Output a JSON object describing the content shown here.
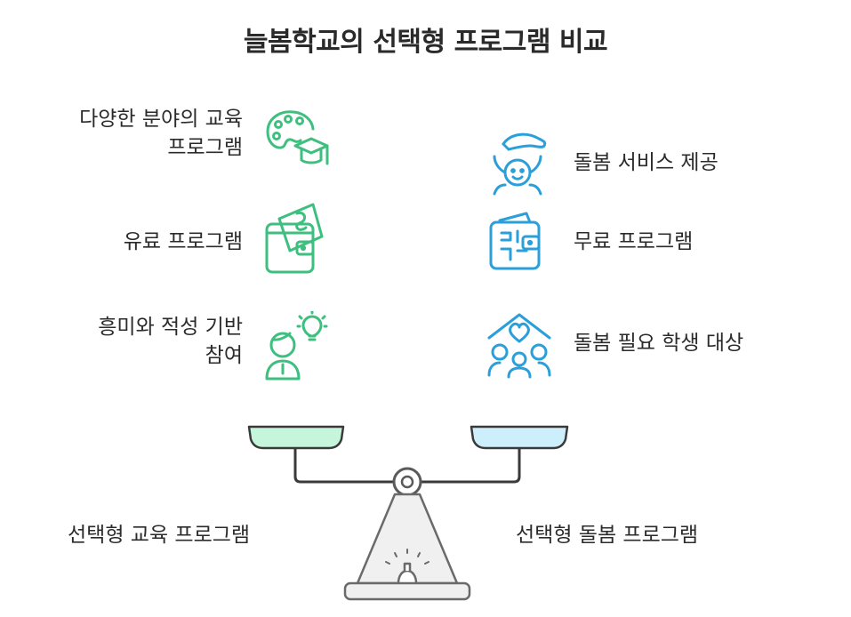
{
  "title": "늘봄학교의 선택형 프로그램 비교",
  "left": {
    "items": [
      {
        "line1": "다양한 분야의 교육",
        "line2": "프로그램",
        "icon": "palette-graduation-cap-icon"
      },
      {
        "line1": "유료 프로그램",
        "icon": "wallet-money-icon"
      },
      {
        "line1": "흥미와 적성 기반",
        "line2": "참여",
        "icon": "person-lightbulb-icon"
      }
    ],
    "bottom_label": "선택형 교육 프로그램",
    "accent": "#3fbf7f",
    "pan_fill": "#c5f5da"
  },
  "right": {
    "items": [
      {
        "line1": "돌봄 서비스 제공",
        "icon": "hand-child-care-icon"
      },
      {
        "line1": "무료 프로그램",
        "icon": "free-wallet-icon"
      },
      {
        "line1": "돌봄 필요 학생 대상",
        "icon": "house-family-heart-icon"
      }
    ],
    "bottom_label": "선택형 돌봄 프로그램",
    "accent": "#2b9fd9",
    "pan_fill": "#cdeefb"
  },
  "scale_color": "#3a3a3a"
}
